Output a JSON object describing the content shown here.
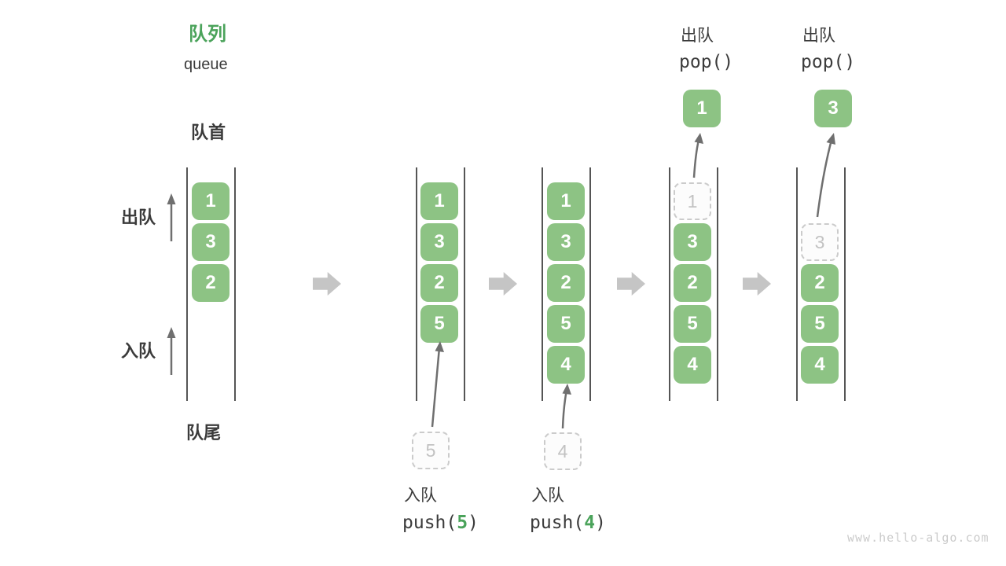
{
  "title": {
    "zh": "队列",
    "en": "queue"
  },
  "side_labels": {
    "front": "队首",
    "rear": "队尾",
    "dequeue": "出队",
    "enqueue": "入队"
  },
  "colors": {
    "green": "#8DC384",
    "title-green": "#4BA35B",
    "text": "#3B3B3B",
    "block-arrow": "#C5C5C5",
    "thin-arrow": "#6F6F6F",
    "wall": "#555555",
    "ghost-border": "#CBCBCB",
    "ghost-text": "#C2C2C2",
    "watermark": "#CBCBCB"
  },
  "steps": {
    "s1": {
      "cells": {
        "r1": "1",
        "r2": "3",
        "r3": "2"
      }
    },
    "s2": {
      "cells": {
        "r1": "1",
        "r2": "3",
        "r3": "2",
        "r4": "5"
      },
      "incoming": "5",
      "op": {
        "label": "入队",
        "fn": "push(",
        "arg": "5",
        "close": ")"
      }
    },
    "s3": {
      "cells": {
        "r1": "1",
        "r2": "3",
        "r3": "2",
        "r4": "5",
        "r5": "4"
      },
      "incoming": "4",
      "op": {
        "label": "入队",
        "fn": "push(",
        "arg": "4",
        "close": ")"
      }
    },
    "s4": {
      "ghost": "1",
      "cells": {
        "r2": "3",
        "r3": "2",
        "r4": "5",
        "r5": "4"
      },
      "popped": "1",
      "op": {
        "label": "出队",
        "fn": "pop()"
      }
    },
    "s5": {
      "ghost": "3",
      "cells": {
        "r3": "2",
        "r4": "5",
        "r5": "4"
      },
      "popped": "3",
      "op": {
        "label": "出队",
        "fn": "pop()"
      }
    }
  },
  "watermark": "www.hello-algo.com"
}
